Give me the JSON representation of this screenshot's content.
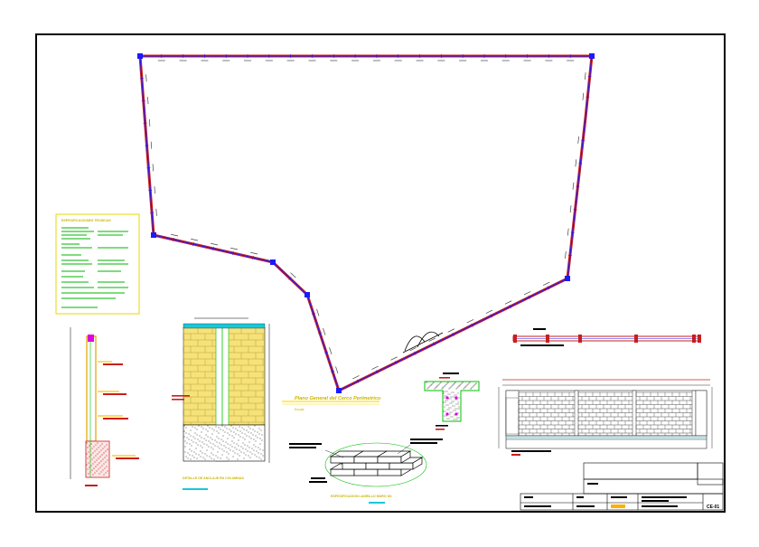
{
  "colors": {
    "frame": "#000000",
    "perimeter": "#1a1aff",
    "perimeter_dim": "#c81e1e",
    "vertex": "#1a1aff",
    "brick": "#f6e27a",
    "brick_line": "#b8a030",
    "concrete": "#ffffff",
    "accent_yellow": "#ffe000",
    "accent_green": "#00c000",
    "accent_cyan": "#18c8d8",
    "accent_magenta": "#e000e0",
    "accent_red": "#ff2020",
    "notes_box": "#e6d800"
  },
  "plan": {
    "title": "Plano General del Cerco Perimetrico",
    "subtitle": "Escala"
  },
  "notes": {
    "title": "ESPECIFICACIONES TECNICAS"
  },
  "details": {
    "column_detail_title": "DETALLE DE ANCLAJE EN COLUMNAS",
    "brick_title": "ESPECIFICACION LADRILLO MURO KK"
  },
  "title_block": {
    "sheet_code": "CE-01"
  }
}
